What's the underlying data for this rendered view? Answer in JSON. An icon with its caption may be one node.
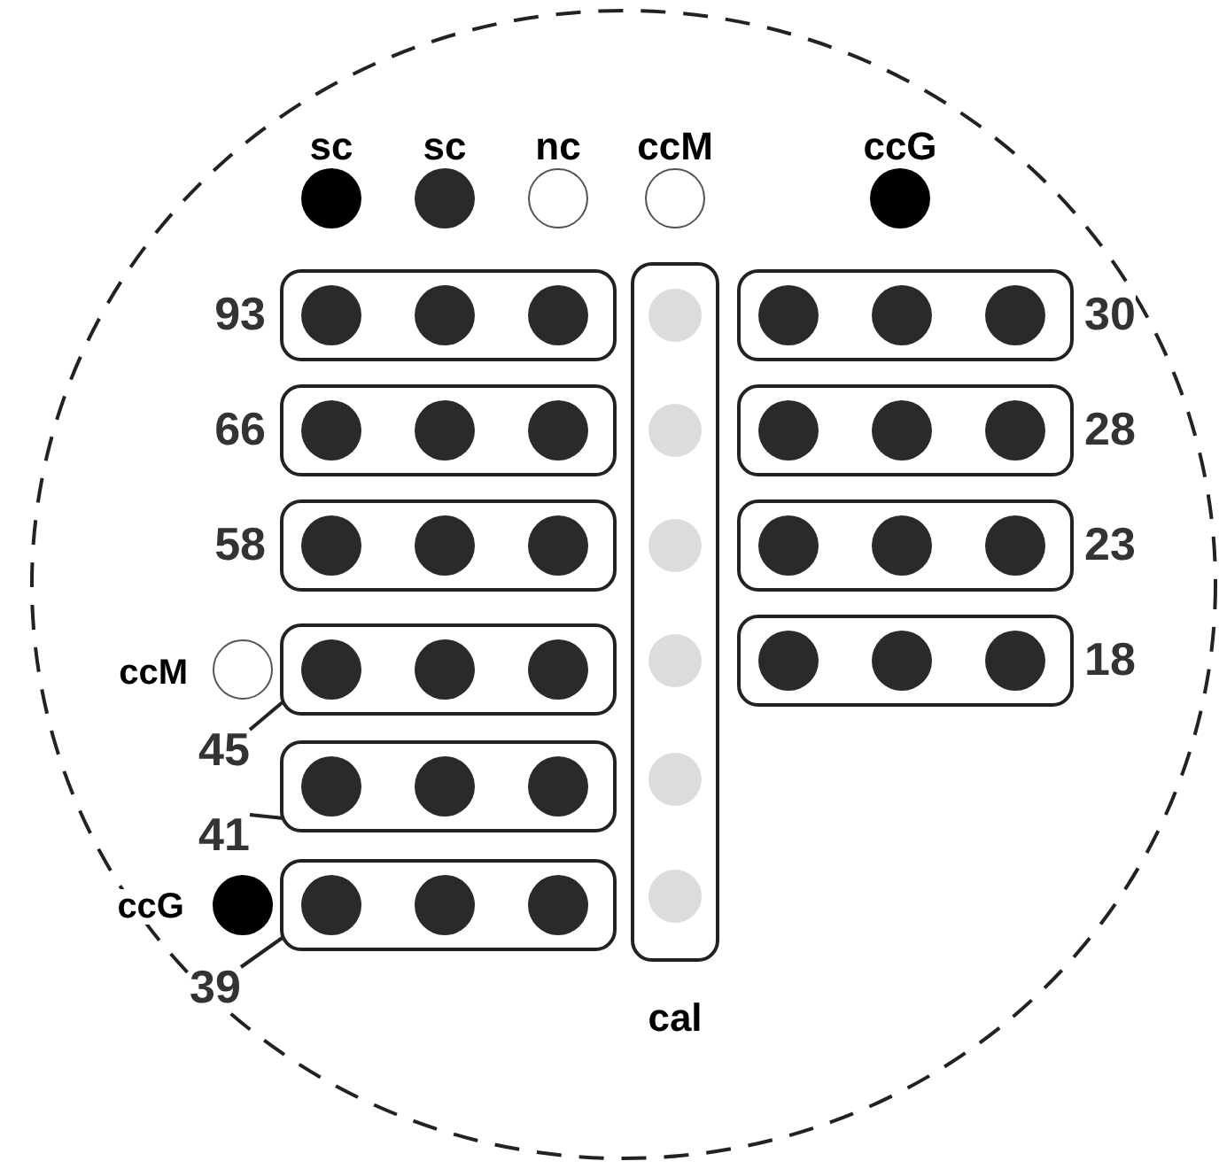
{
  "diagram": {
    "nodes": [
      {
        "text": [
          "93"
        ]
      },
      {
        "text": [],
        "shape": "box"
      },
      {
        "text": [],
        "shape": "box",
        "beside": [
          "cal"
        ]
      },
      {
        "text": [],
        "shape": "box"
      },
      {
        "text": [
          "30"
        ]
      },
      {
        "text": [
          "66"
        ]
      },
      {
        "text": [],
        "shape": "box"
      },
      {
        "text": [],
        "shape": "box"
      },
      {
        "text": [
          "28"
        ]
      },
      {
        "text": [
          "58"
        ]
      },
      {
        "text": [],
        "shape": "box"
      },
      {
        "text": [],
        "shape": "box"
      },
      {
        "text": [
          "23"
        ]
      },
      {
        "text": [],
        "shape": "box"
      },
      {
        "text": [],
        "shape": "box"
      },
      {
        "text": [
          "18"
        ]
      },
      {
        "text": [
          "45"
        ]
      },
      {
        "text": [],
        "shape": "box"
      },
      {
        "text": [
          "41"
        ]
      },
      {
        "text": [],
        "shape": "box"
      },
      {
        "text": [
          "39"
        ]
      }
    ],
    "edges": [
      {
        "from": 16,
        "to": 13,
        "arrow": "none"
      },
      {
        "from": 18,
        "to": 17,
        "arrow": "none"
      },
      {
        "from": 20,
        "to": 19,
        "arrow": "none"
      }
    ],
    "labels": [
      "sc",
      "sc",
      "nc",
      "ccM",
      "ccG",
      "ccM",
      "ccG"
    ]
  }
}
